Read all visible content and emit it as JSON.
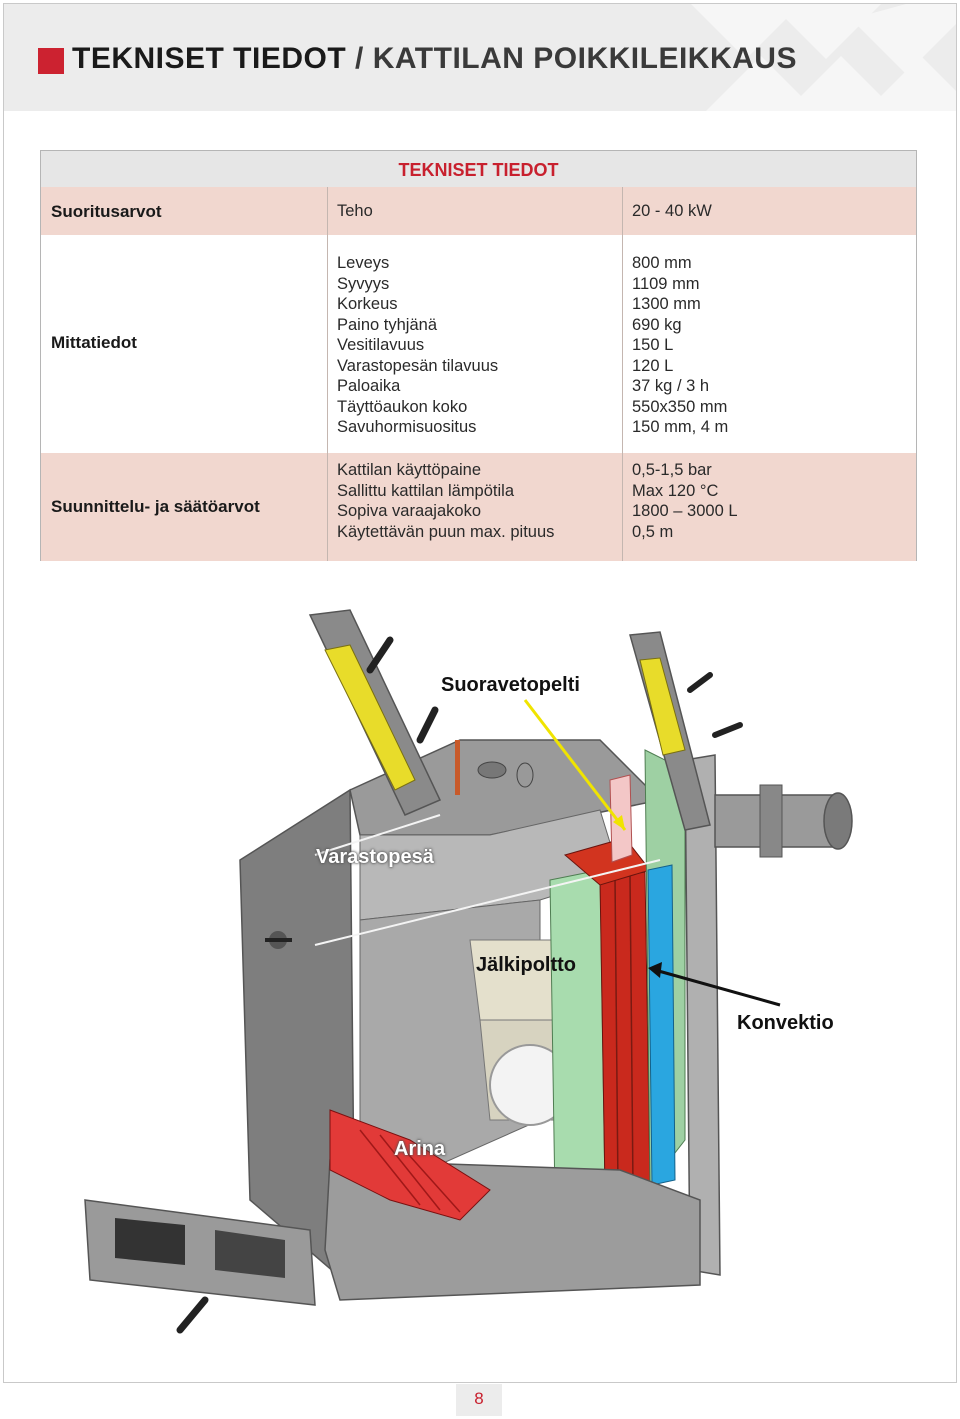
{
  "header": {
    "title_part1": "TEKNISET TIEDOT",
    "title_separator": " / ",
    "title_part2": "KATTILAN POIKKILEIKKAUS"
  },
  "spec_table": {
    "caption": "TEKNISET TIEDOT",
    "sections": [
      {
        "category": "Suoritusarvot",
        "labels": [
          "Teho"
        ],
        "values": [
          "20 - 40 kW"
        ]
      },
      {
        "category": "Mittatiedot",
        "labels": [
          "Leveys",
          "Syvyys",
          "Korkeus",
          "Paino tyhjänä",
          "Vesitilavuus",
          "Varastopesän tilavuus",
          "Paloaika",
          "Täyttöaukon koko",
          "Savuhormisuositus"
        ],
        "values": [
          "800 mm",
          "1109 mm",
          "1300 mm",
          "690 kg",
          "150 L",
          "120 L",
          "37 kg / 3 h",
          "550x350 mm",
          "150 mm, 4 m"
        ]
      },
      {
        "category": "Suunnittelu- ja säätöarvot",
        "labels": [
          "Kattilan käyttöpaine",
          "Sallittu kattilan lämpötila",
          "Sopiva varaajakoko",
          "Käytettävän puun max. pituus"
        ],
        "values": [
          "0,5-1,5 bar",
          "Max 120 °C",
          "1800 – 3000 L",
          "0,5 m"
        ]
      }
    ]
  },
  "diagram": {
    "labels": {
      "suoravetopelti": "Suoravetopelti",
      "varastopesa": "Varastopesä",
      "jalkipoltto": "Jälkipoltto",
      "konvektio": "Konvektio",
      "arina": "Arina"
    }
  },
  "page_number": "8",
  "colors": {
    "accent_red": "#cc2230",
    "row_pink": "#f1d7cf",
    "header_gray": "#ececec"
  }
}
